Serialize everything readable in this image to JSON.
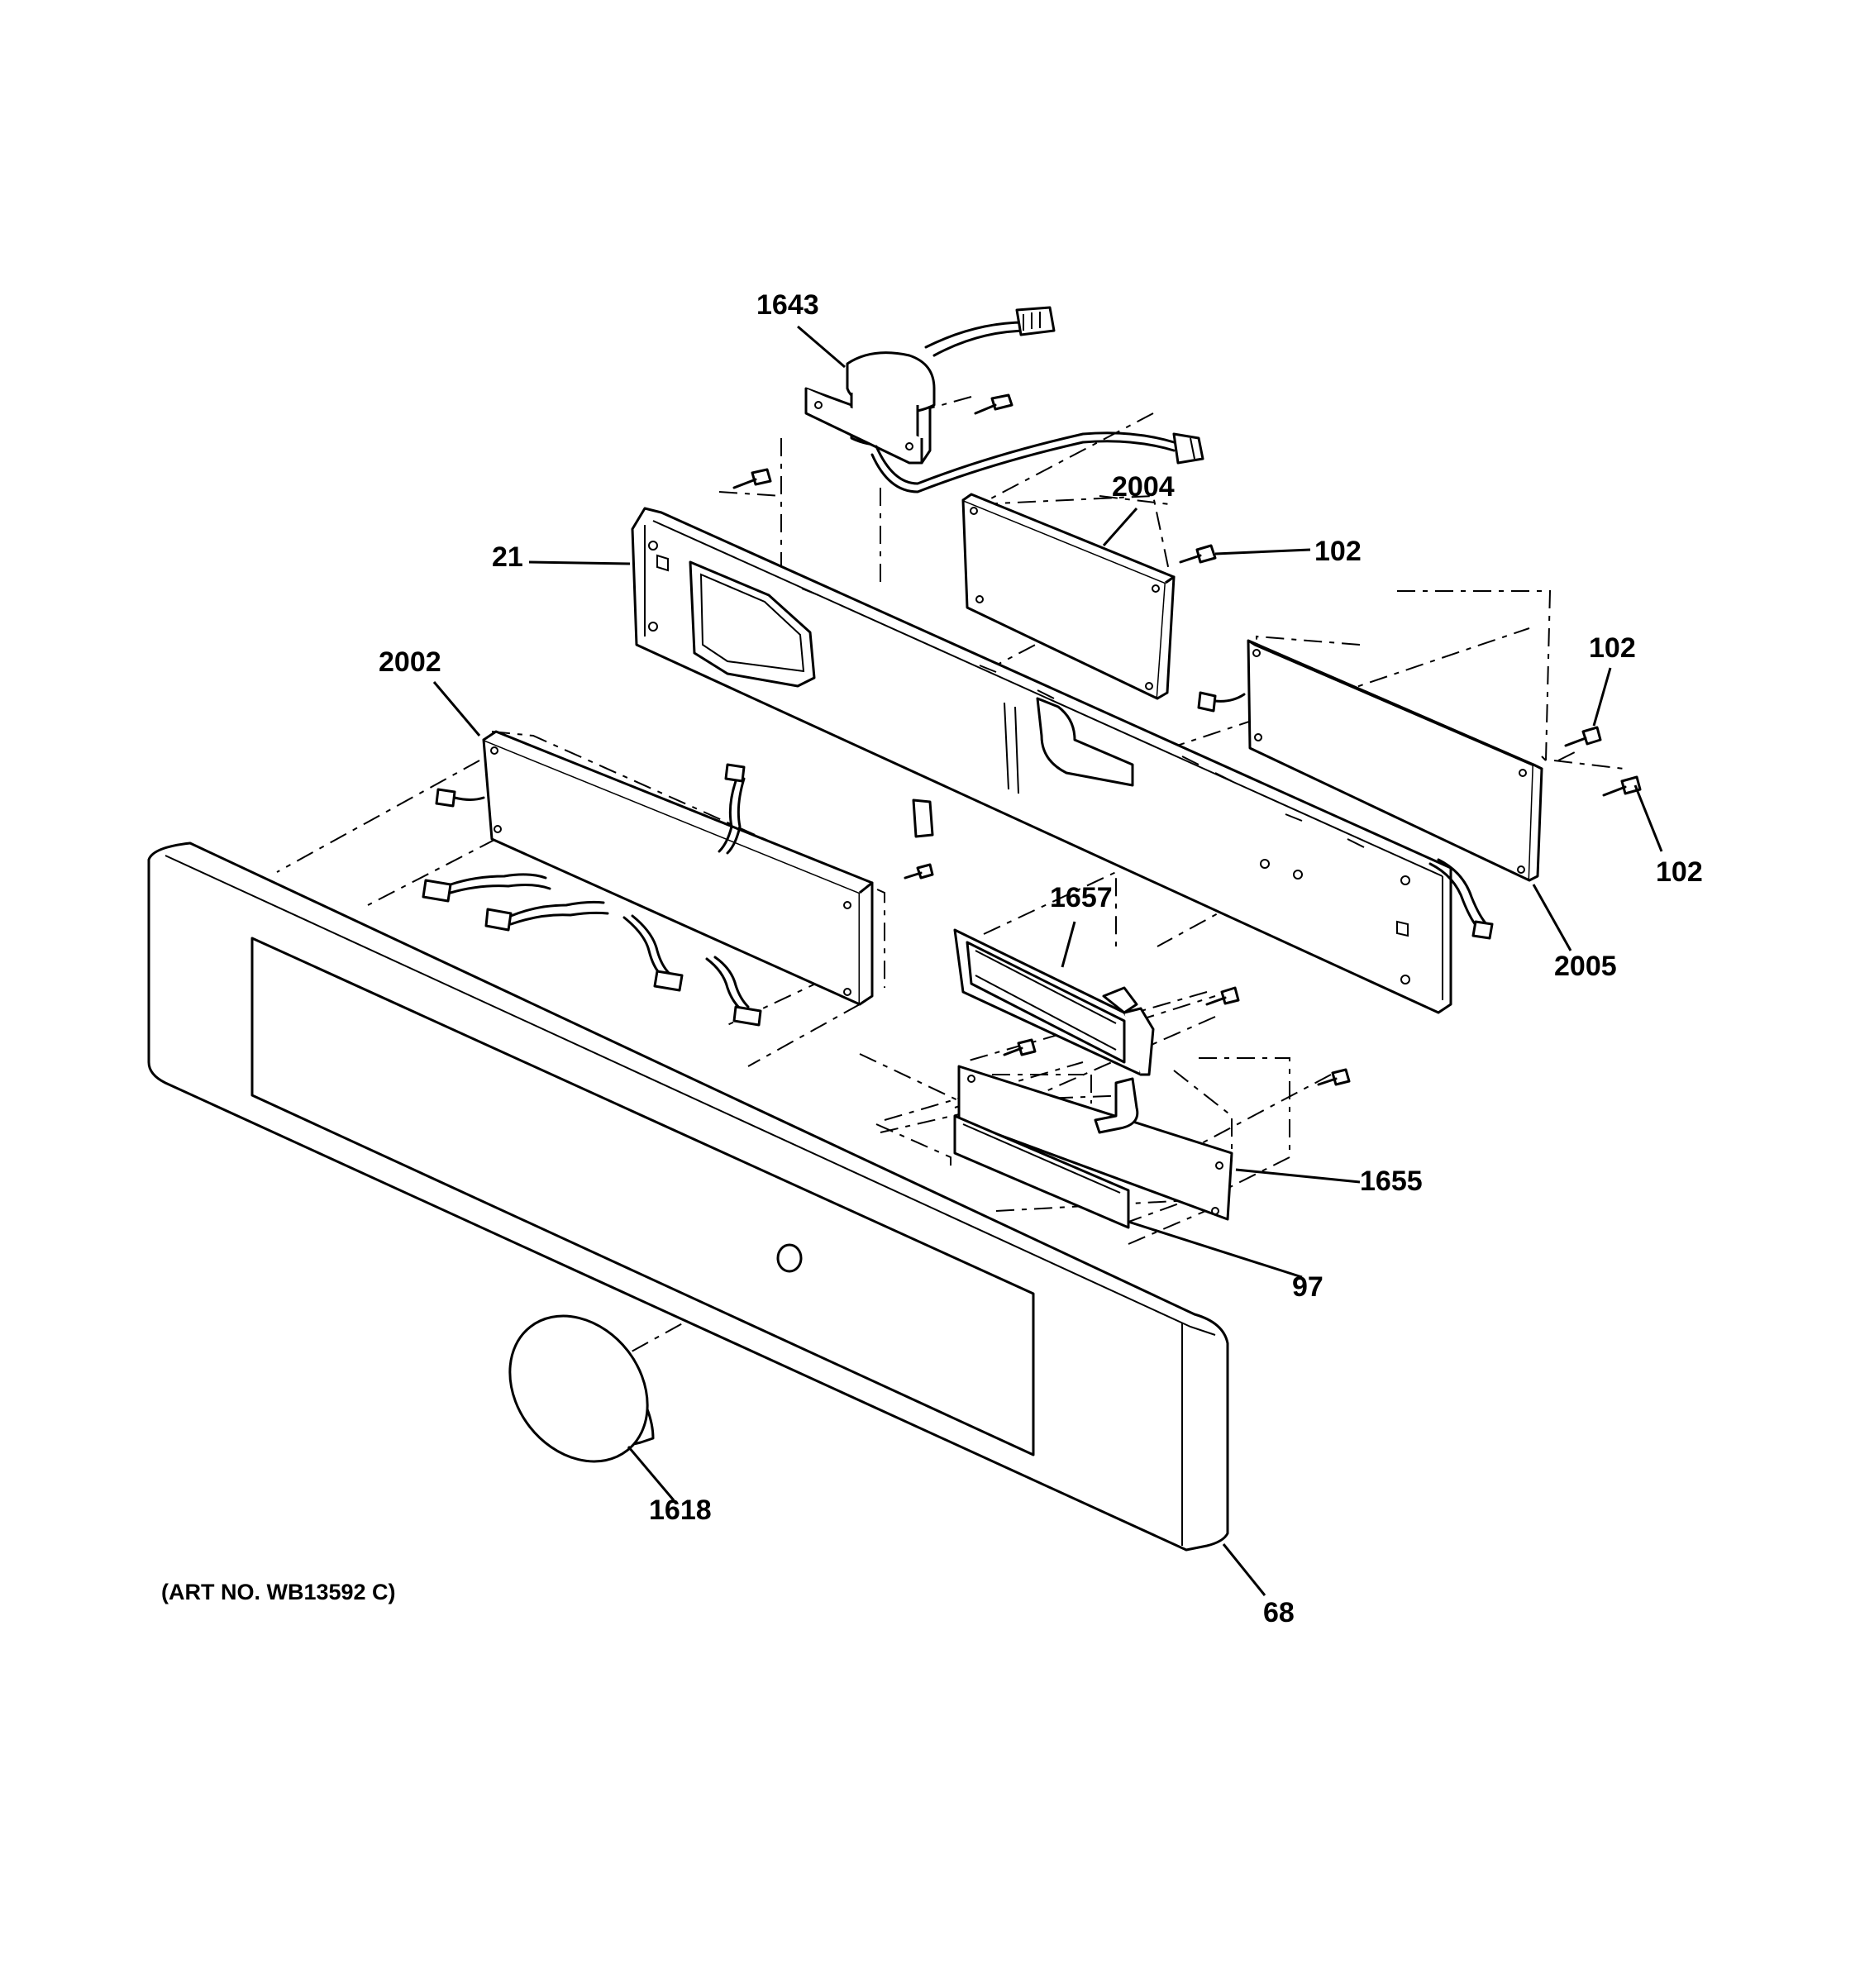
{
  "callouts": {
    "c1643": "1643",
    "c2004": "2004",
    "c21": "21",
    "c102a": "102",
    "c102b": "102",
    "c102c": "102",
    "c2002": "2002",
    "c2005": "2005",
    "c1657": "1657",
    "c1655": "1655",
    "c97": "97",
    "c1618": "1618",
    "c68": "68"
  },
  "art_number": "(ART NO. WB13592 C)"
}
